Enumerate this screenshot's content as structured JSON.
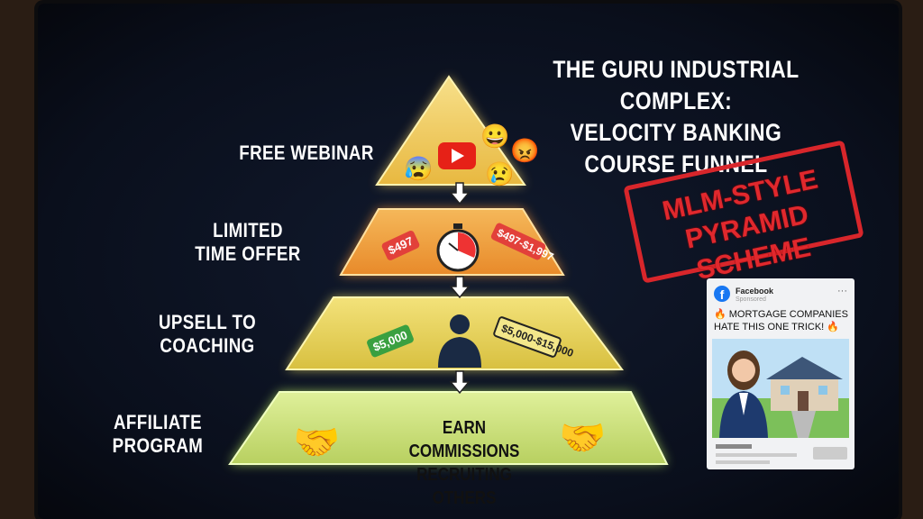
{
  "title": {
    "line1": "THE GURU INDUSTRIAL COMPLEX:",
    "line2": "VELOCITY BANKING",
    "line3": "COURSE FUNNEL"
  },
  "levels": [
    {
      "label": "FREE WEBINAR"
    },
    {
      "label": "LIMITED TIME OFFER",
      "tags": [
        "$497",
        "$497-$1,997"
      ]
    },
    {
      "label": "UPSELL TO COACHING",
      "tags": [
        "$5,000",
        "$5,000-$15,000"
      ]
    },
    {
      "label": "AFFILIATE PROGRAM",
      "center": "EARN COMMISSIONS RECRUITING OTHERS"
    }
  ],
  "stamp": {
    "line1": "MLM-STYLE",
    "line2": "PYRAMID SCHEME"
  },
  "ad": {
    "brand": "Facebook",
    "sponsored": "Sponsored",
    "headline": "🔥 MORTGAGE COMPANIES HATE THIS ONE TRICK! 🔥",
    "menu": "···",
    "logo": "f"
  },
  "colors": {
    "top": "#f2c94c",
    "mid1": "#f0a030",
    "mid2": "#e8d060",
    "base": "#c8e070",
    "stamp": "#d8262b"
  }
}
